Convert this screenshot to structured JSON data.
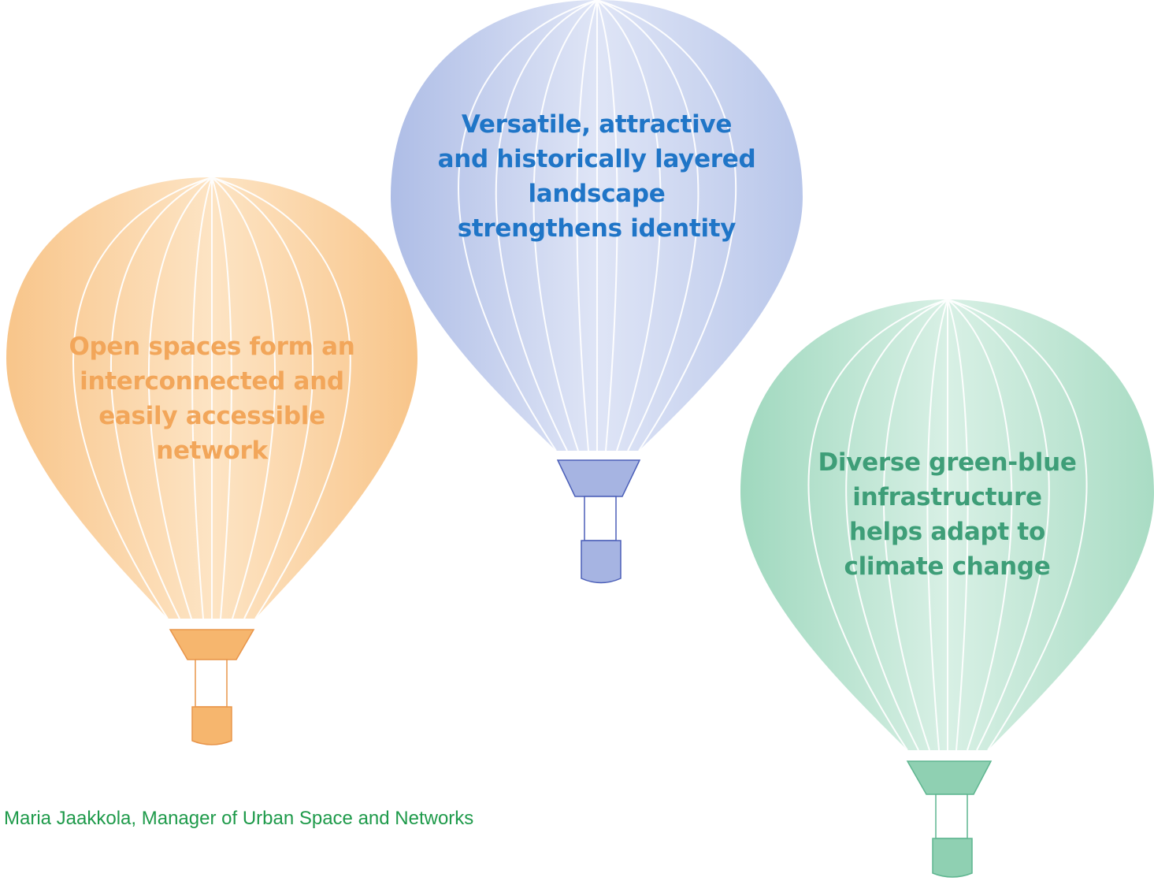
{
  "balloons": [
    {
      "id": "orange",
      "lines": [
        "Open spaces form an",
        "interconnected and",
        "easily accessible",
        "network"
      ],
      "text_color": "#f2a65a",
      "envelope_colors": [
        "#f8c58a",
        "#fde4c4"
      ],
      "basket_color": "#f6b66e",
      "outline_color": "#e8954a"
    },
    {
      "id": "blue",
      "lines": [
        "Versatile, attractive",
        "and historically layered",
        "landscape",
        "strengthens identity"
      ],
      "text_color": "#1f75c7",
      "envelope_colors": [
        "#aebde6",
        "#dfe5f6"
      ],
      "basket_color": "#a6b4e2",
      "outline_color": "#4b5fb8"
    },
    {
      "id": "green",
      "lines": [
        "Diverse green-blue",
        "infrastructure",
        "helps adapt to",
        "climate change"
      ],
      "text_color": "#3e9e78",
      "envelope_colors": [
        "#9fd8be",
        "#d8f0e5"
      ],
      "basket_color": "#8fd0b2",
      "outline_color": "#5fb690"
    }
  ],
  "caption": "Maria Jaakkola, Manager of Urban Space and Networks",
  "caption_color": "#1e9a4a"
}
